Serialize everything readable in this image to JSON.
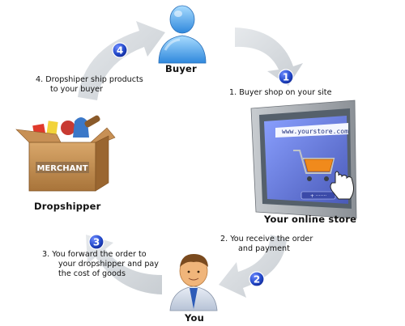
{
  "nodes": {
    "buyer": "Buyer",
    "store": "Your online store",
    "you": "You",
    "dropshipper": "Dropshipper",
    "merchant_box_text": "MERCHANT",
    "store_url": "www.yourstore.com"
  },
  "steps": [
    {
      "number": "1",
      "line1": "1. Buyer shop on your site",
      "line2": ""
    },
    {
      "number": "2",
      "line1": "2. You receive the order",
      "line2": "and payment"
    },
    {
      "number": "3",
      "line1": "3. You forward the order to",
      "line2": "your dropshipper and pay",
      "line3": "the cost of goods"
    },
    {
      "number": "4",
      "line1": "4. Dropshiper ship products",
      "line2": "to your buyer"
    }
  ],
  "colors": {
    "arrow": "#d6dade",
    "badge": "#1f45c2",
    "screen": "#6e7fd6",
    "monitor": "#9aa0a6",
    "cart": "#f08a1c",
    "buyer_blue": "#4aa8f0",
    "you_skin": "#f0b57a"
  },
  "icons": [
    "buyer-person-icon",
    "you-person-icon",
    "merchant-box-icon",
    "monitor-icon",
    "shopping-cart-icon",
    "hand-cursor-icon"
  ]
}
